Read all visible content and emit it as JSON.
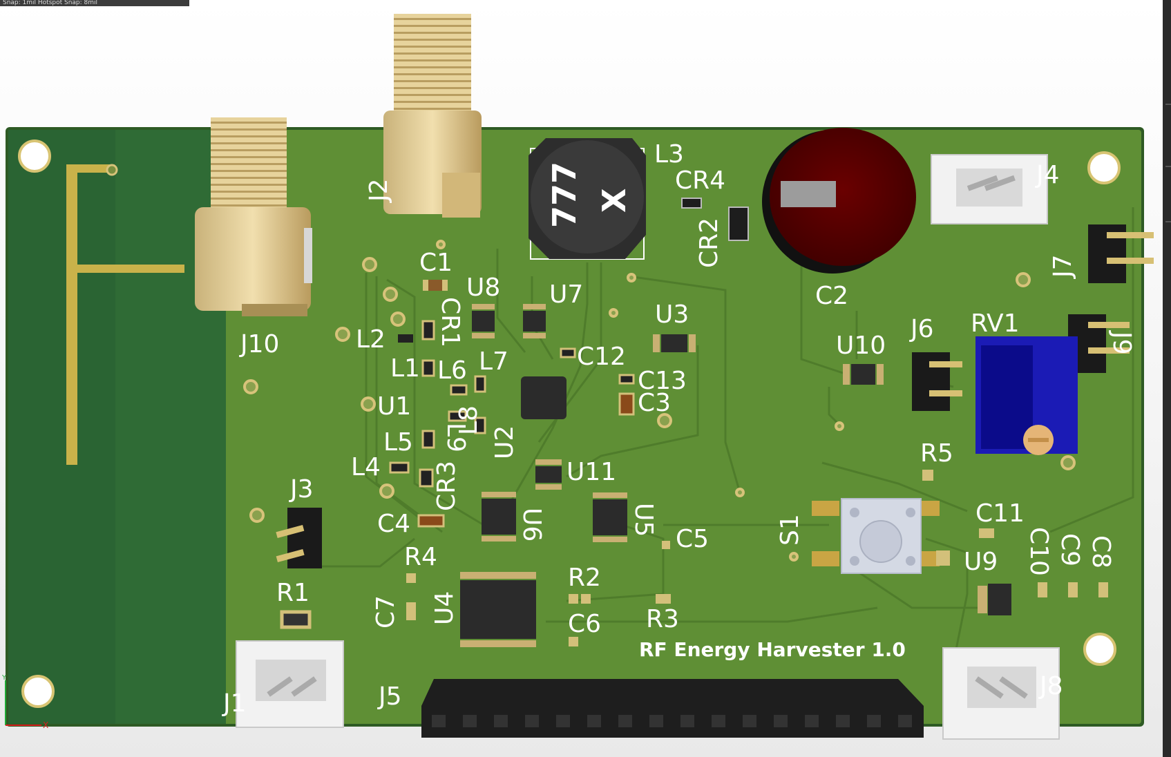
{
  "toolbar": {
    "snap_status": "Snap: 1mil Hotspot Snap: 8mil"
  },
  "board": {
    "title": "RF Energy Harvester 1.0",
    "solder_mask_color": "#5f8f35",
    "antenna_zone_color": "#2f6b35",
    "copper_color": "#c9b24a"
  },
  "axis": {
    "x_label": "X",
    "y_label": "Y"
  },
  "inductor_marking": {
    "line1": "777",
    "line2": "X"
  },
  "designators": {
    "J10": "J10",
    "J2": "J2",
    "L3": "L3",
    "CR4": "CR4",
    "CR2": "CR2",
    "C2": "C2",
    "J4": "J4",
    "J7": "J7",
    "C1": "C1",
    "U8": "U8",
    "U7": "U7",
    "U3": "U3",
    "CR1": "CR1",
    "L2": "L2",
    "L1": "L1",
    "L6": "L6",
    "L7": "L7",
    "C12": "C12",
    "C13": "C13",
    "C3": "C3",
    "U1": "U1",
    "L9": "L9",
    "L8": "L8",
    "U2": "U2",
    "L5": "L5",
    "L4": "L4",
    "CR3": "CR3",
    "U11": "U11",
    "J3": "J3",
    "C4": "C4",
    "U6": "U6",
    "U5": "U5",
    "C5": "C5",
    "R4": "R4",
    "R2": "R2",
    "C7": "C7",
    "U4": "U4",
    "R3": "R3",
    "C6": "C6",
    "R1": "R1",
    "J1": "J1",
    "J5": "J5",
    "U10": "U10",
    "J6": "J6",
    "RV1": "RV1",
    "J9": "J9",
    "R5": "R5",
    "S1": "S1",
    "C11": "C11",
    "U9": "U9",
    "C10": "C10",
    "C9": "C9",
    "C8": "C8",
    "J8": "J8"
  }
}
